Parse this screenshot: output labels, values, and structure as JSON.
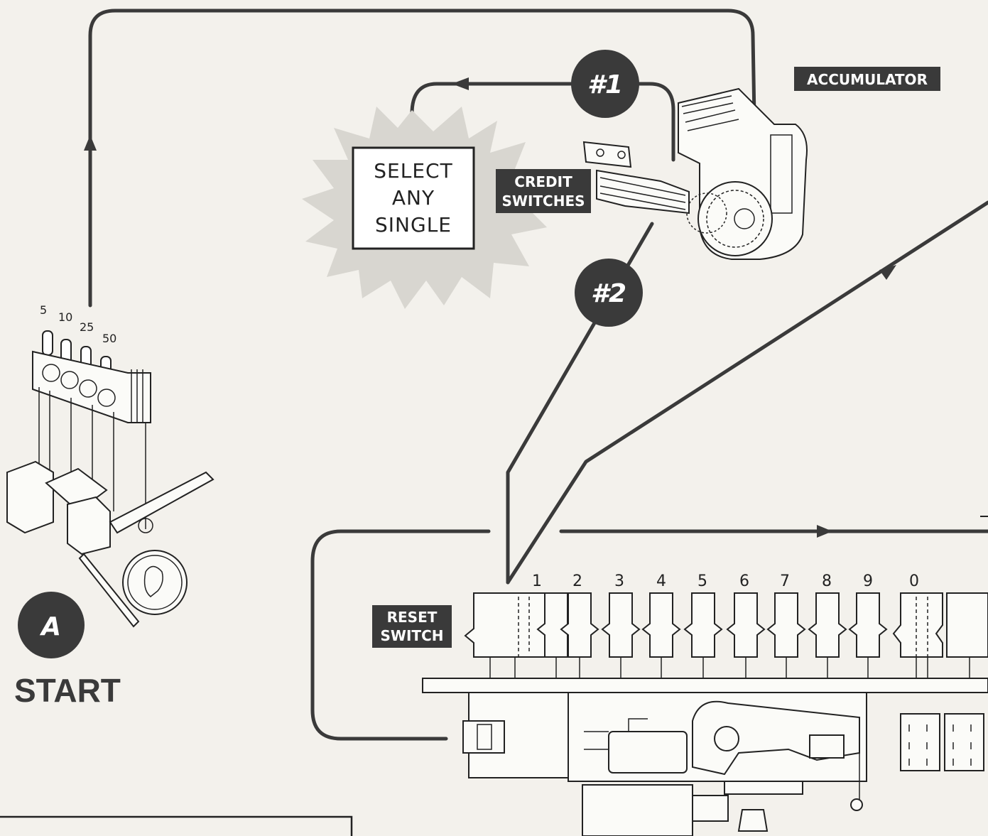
{
  "labels": {
    "accumulator": "ACCUMULATOR",
    "credit_switches_line1": "CREDIT",
    "credit_switches_line2": "SWITCHES",
    "reset_switch_line1": "RESET",
    "reset_switch_line2": "SWITCH",
    "start": "START"
  },
  "bubbles": {
    "step1": "#1",
    "step2": "#2",
    "start_marker": "A"
  },
  "select_box": {
    "line1": "SELECT",
    "line2": "ANY",
    "line3": "SINGLE"
  },
  "coin_values": [
    "5",
    "10",
    "25",
    "50"
  ],
  "selector_numbers": [
    "1",
    "2",
    "3",
    "4",
    "5",
    "6",
    "7",
    "8",
    "9",
    "0"
  ],
  "colors": {
    "ink": "#3a3a3a",
    "paper": "#f3f1ec",
    "burst": "#d8d6d0"
  }
}
